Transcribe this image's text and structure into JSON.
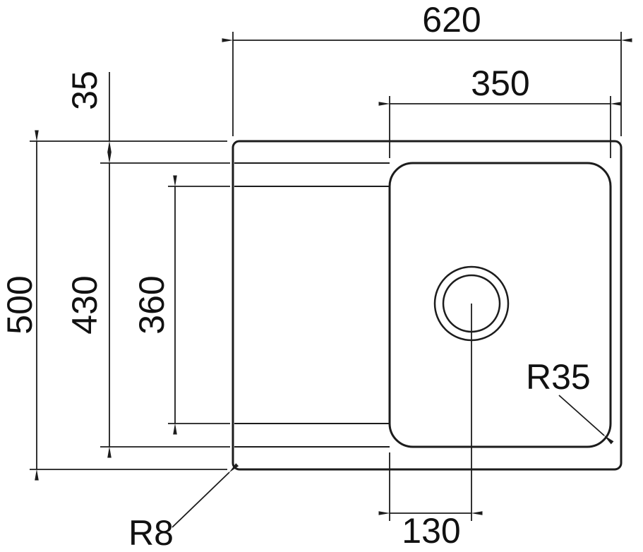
{
  "page": {
    "background_color": "#ffffff",
    "line_color": "#1c1c1c"
  },
  "drawing": {
    "description": "Top-view dimensional drawing of a sink with offset bowl and drain hole",
    "labels": {
      "overall_width": "620",
      "bowl_width": "350",
      "rim_offset": "35",
      "overall_depth": "500",
      "bowl_length": "430",
      "drainer_length": "360",
      "drain_offset": "130",
      "bowl_corner_radius": "R35",
      "rim_corner_radius": "R8"
    }
  }
}
